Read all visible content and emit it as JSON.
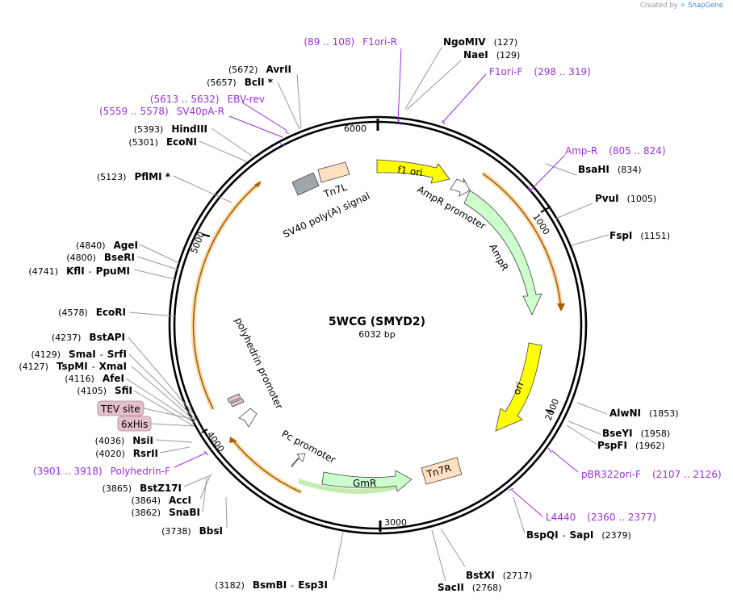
{
  "credit": {
    "prefix": "Created by",
    "brand": "SnapGene"
  },
  "plasmid": {
    "name": "5WCG (SMYD2)",
    "length": "6032 bp"
  },
  "ticks": [
    "1000",
    "2000",
    "3000",
    "4000",
    "5000",
    "6000"
  ],
  "features": [
    {
      "label": "f1 ori",
      "color": "#ffff00"
    },
    {
      "label": "AmpR promoter",
      "color": "#ffffff"
    },
    {
      "label": "AmpR",
      "color": "#ccffcc"
    },
    {
      "label": "ori",
      "color": "#ffff00"
    },
    {
      "label": "GmR",
      "color": "#ccffcc"
    },
    {
      "label": "Tn7R",
      "color": "#ffe0c0"
    },
    {
      "label": "Pc promoter",
      "color": "#ffffff"
    },
    {
      "label": "polyhedrin promoter",
      "color": "#ffffff"
    },
    {
      "label": "SV40 poly(A) signal",
      "color": "#a0a6ac"
    },
    {
      "label": "Tn7L",
      "color": "#ffe0c0"
    }
  ],
  "boxed_features": [
    {
      "label": "TEV site",
      "color": "#e6bfcf"
    },
    {
      "label": "6xHis",
      "color": "#e6bfcf"
    }
  ],
  "enzymes": [
    {
      "name": "NgoMIV",
      "pos": "(127)"
    },
    {
      "name": "NaeI",
      "pos": "(129)"
    },
    {
      "name": "BsaHI",
      "pos": "(834)"
    },
    {
      "name": "PvuI",
      "pos": "(1005)"
    },
    {
      "name": "FspI",
      "pos": "(1151)"
    },
    {
      "name": "AlwNI",
      "pos": "(1853)"
    },
    {
      "name": "BseYI",
      "pos": "(1958)"
    },
    {
      "name": "PspFI",
      "pos": "(1962)"
    },
    {
      "name": "BspQI",
      "name2": "SapI",
      "pos": "(2379)"
    },
    {
      "name": "BstXI",
      "pos": "(2717)"
    },
    {
      "name": "SacII",
      "pos": "(2768)"
    },
    {
      "name": "BsmBI",
      "name2": "Esp3I",
      "pos": "(3182)"
    },
    {
      "name": "BbsI",
      "pos": "(3738)"
    },
    {
      "name": "SnaBI",
      "pos": "(3862)"
    },
    {
      "name": "AccI",
      "pos": "(3864)"
    },
    {
      "name": "BstZ17I",
      "pos": "(3865)"
    },
    {
      "name": "RsrII",
      "pos": "(4020)"
    },
    {
      "name": "NsiI",
      "pos": "(4036)"
    },
    {
      "name": "SfiI",
      "pos": "(4105)"
    },
    {
      "name": "AfeI",
      "pos": "(4116)"
    },
    {
      "name": "TspMI",
      "name2": "XmaI",
      "pos": "(4127)"
    },
    {
      "name": "SmaI",
      "name2": "SrfI",
      "pos": "(4129)"
    },
    {
      "name": "BstAPI",
      "pos": "(4237)"
    },
    {
      "name": "EcoRI",
      "pos": "(4578)"
    },
    {
      "name": "KflI",
      "name2": "PpuMI",
      "pos": "(4741)"
    },
    {
      "name": "BseRI",
      "pos": "(4800)"
    },
    {
      "name": "AgeI",
      "pos": "(4840)"
    },
    {
      "name": "PflMI *",
      "pos": "(5123)"
    },
    {
      "name": "EcoNI",
      "pos": "(5301)"
    },
    {
      "name": "HindIII",
      "pos": "(5393)"
    },
    {
      "name": "BclI *",
      "pos": "(5657)"
    },
    {
      "name": "AvrII",
      "pos": "(5672)"
    }
  ],
  "primers": [
    {
      "name": "F1ori-R",
      "range": "(89 .. 108)"
    },
    {
      "name": "F1ori-F",
      "range": "(298 .. 319)"
    },
    {
      "name": "Amp-R",
      "range": "(805 .. 824)"
    },
    {
      "name": "pBR322ori-F",
      "range": "(2107 .. 2126)"
    },
    {
      "name": "L4440",
      "range": "(2360 .. 2377)"
    },
    {
      "name": "Polyhedrin-F",
      "range": "(3901 .. 3918)"
    },
    {
      "name": "SV40pA-R",
      "range": "(5559 .. 5578)"
    },
    {
      "name": "EBV-rev",
      "range": "(5613 .. 5632)"
    }
  ],
  "colors": {
    "backbone": "#000000",
    "orf_fill": "#f6d9a6",
    "orf_stroke": "#a85f00",
    "primer": "#9b30d8",
    "enzyme_line": "#999999"
  }
}
